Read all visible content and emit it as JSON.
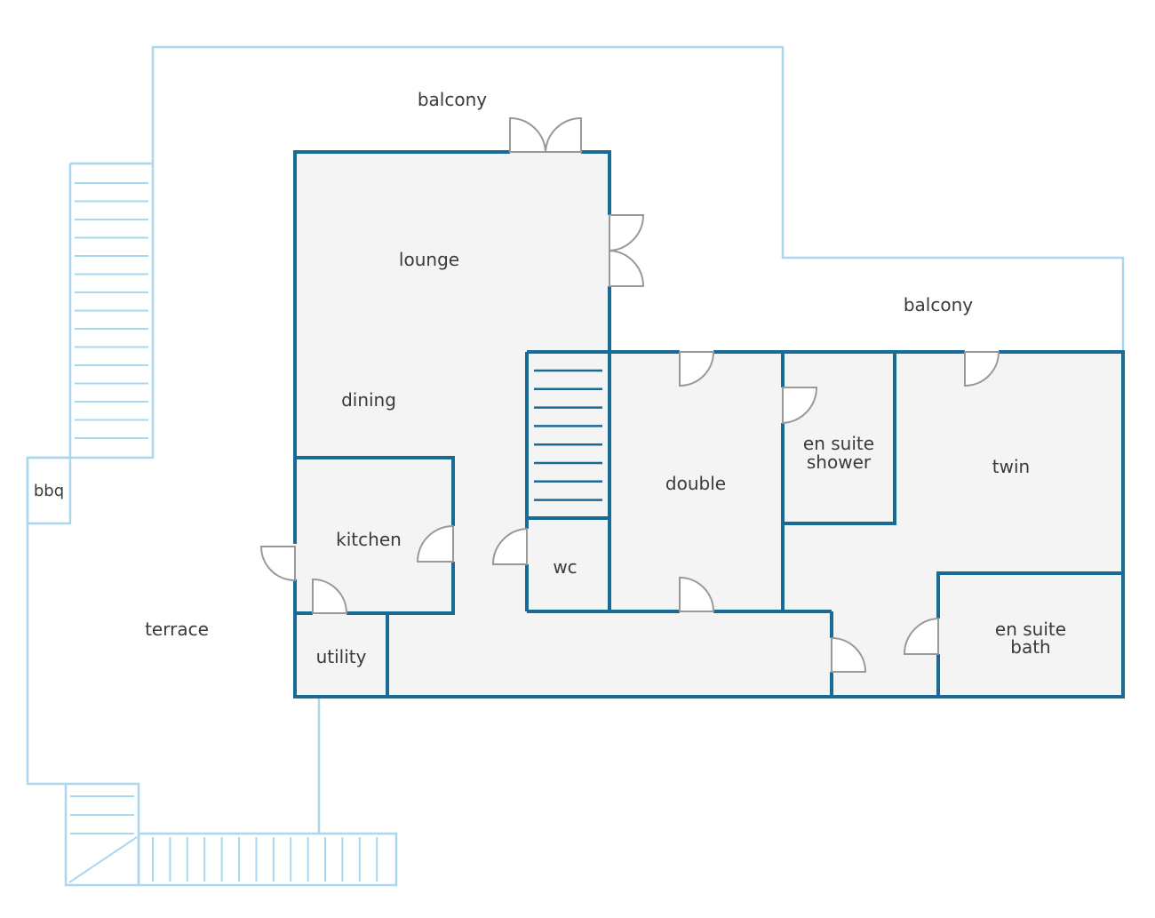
{
  "colors": {
    "wall": "#1a6a96",
    "outer_boundary": "#a9d8ee",
    "floor": "#f4f4f4",
    "door": "#999999",
    "label": "#3a3a3a"
  },
  "rooms": {
    "balcony_top": "balcony",
    "balcony_right": "balcony",
    "lounge": "lounge",
    "dining": "dining",
    "kitchen": "kitchen",
    "utility": "utility",
    "wc": "wc",
    "double": "double",
    "en_suite_shower": [
      "en suite",
      "shower"
    ],
    "twin": "twin",
    "en_suite_bath": [
      "en suite",
      "bath"
    ],
    "terrace": "terrace",
    "bbq": "bbq"
  }
}
